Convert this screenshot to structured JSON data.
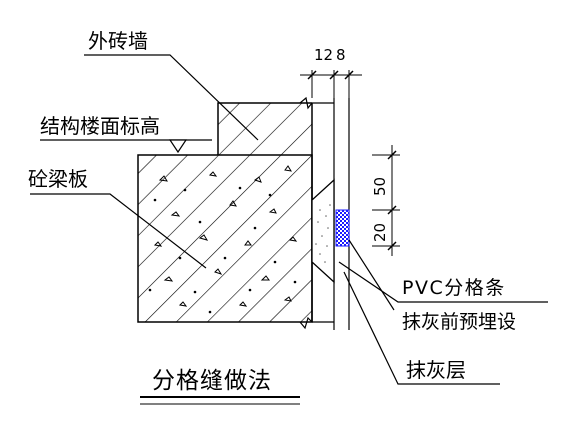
{
  "labels": {
    "exterior_wall": "外砖墙",
    "floor_level": "结构楼面标高",
    "concrete_slab": "砼梁板",
    "pvc_strip_line1": "PVC分格条",
    "pvc_strip_line2": "抹灰前预埋设",
    "plaster_layer": "抹灰层",
    "title": "分格缝做法"
  },
  "dimensions": {
    "top_1": "12",
    "top_2": "8",
    "right_1": "50",
    "right_2": "20"
  },
  "colors": {
    "line": "#000000",
    "pvc_strip": "#1a1aff",
    "background": "#ffffff"
  }
}
